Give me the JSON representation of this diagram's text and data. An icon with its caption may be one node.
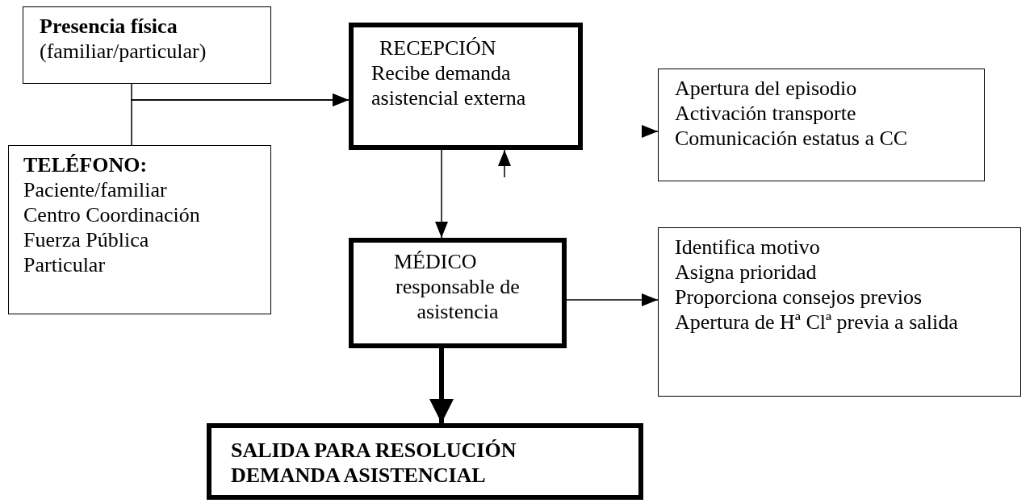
{
  "diagram": {
    "nodes": [
      {
        "text": [
          "Presencia física",
          "(familiar/particular)"
        ]
      },
      {
        "text": [
          "TELÉFONO:",
          "Paciente/familiar",
          "Centro Coordinación",
          "Fuerza Pública",
          "Particular"
        ]
      },
      {
        "text": [
          "RECEPCIÓN",
          "Recibe demanda asistencial externa"
        ]
      },
      {
        "text": [
          "Apertura del episodio",
          "Activación transporte",
          "Comunicación estatus a CC"
        ]
      },
      {
        "text": [
          "MÉDICO",
          "responsable de asistencia"
        ]
      },
      {
        "text": [
          "Identifica motivo",
          "Asigna prioridad",
          "Proporciona consejos previos",
          "Apertura de Hª Clª previa a salida"
        ]
      },
      {
        "text": [
          "SALIDA PARA RESOLUCIÓN DEMANDA ASISTENCIAL"
        ]
      }
    ],
    "edges": [
      {
        "from": 0,
        "to": 2,
        "arrow": "to"
      },
      {
        "from": 1,
        "to": 2,
        "arrow": "to"
      },
      {
        "from": 2,
        "to": 4,
        "arrow": "to"
      },
      {
        "from": 4,
        "to": 5,
        "arrow": "to"
      },
      {
        "from": 4,
        "to": 6,
        "arrow": "to",
        "style": "thick"
      },
      {
        "from": null,
        "to": 3,
        "arrow": "to"
      },
      {
        "from": null,
        "to": 2,
        "arrow": "to"
      }
    ]
  }
}
